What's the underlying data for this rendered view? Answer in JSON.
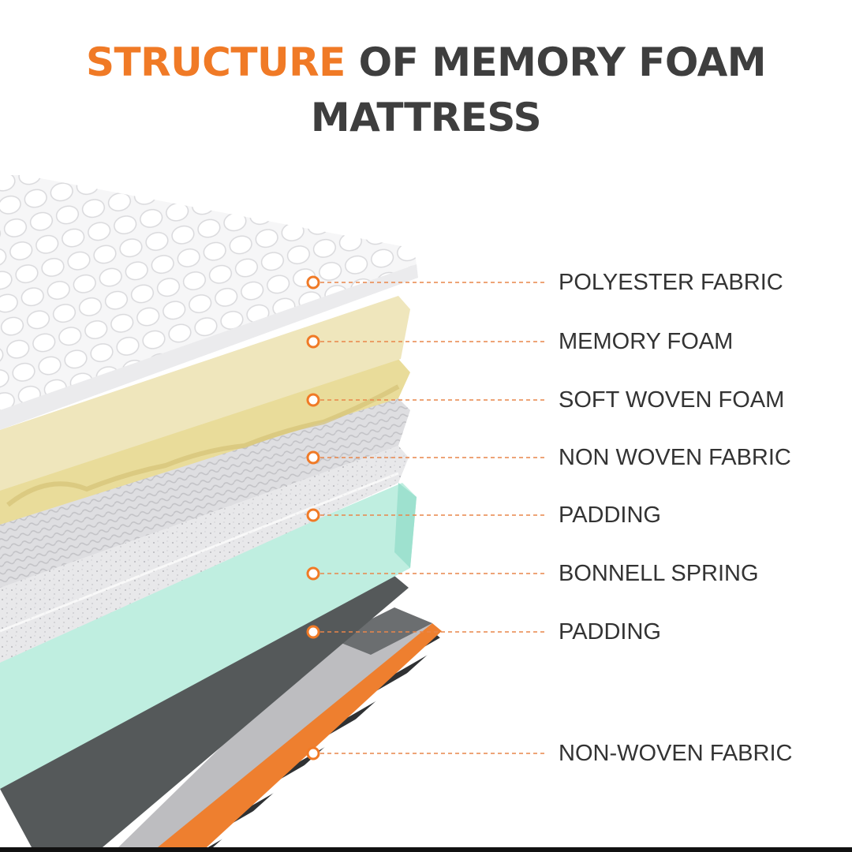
{
  "title": {
    "accent": "STRUCTURE",
    "line1_rest": "OF MEMORY FOAM",
    "line2": "MATTRESS"
  },
  "colors": {
    "accent": "#f07a26",
    "text": "#333333",
    "leader": "#e9864a"
  },
  "layers": [
    {
      "label": "POLYESTER FABRIC",
      "fill": "#f4f4f5"
    },
    {
      "label": "MEMORY FOAM",
      "fill": "#efe6bc"
    },
    {
      "label": "SOFT WOVEN FOAM",
      "fill": "#e9dc9a"
    },
    {
      "label": "NON WOVEN FABRIC",
      "fill": "#e6e6e8"
    },
    {
      "label": "PADDING",
      "fill": "#dcdcdf"
    },
    {
      "label": "BONNELL SPRING",
      "fill": "#bfeee0"
    },
    {
      "label": "PADDING",
      "fill": "#5a5d5e"
    },
    {
      "label": "NON-WOVEN FABRIC",
      "fill": "#ffffff"
    }
  ]
}
